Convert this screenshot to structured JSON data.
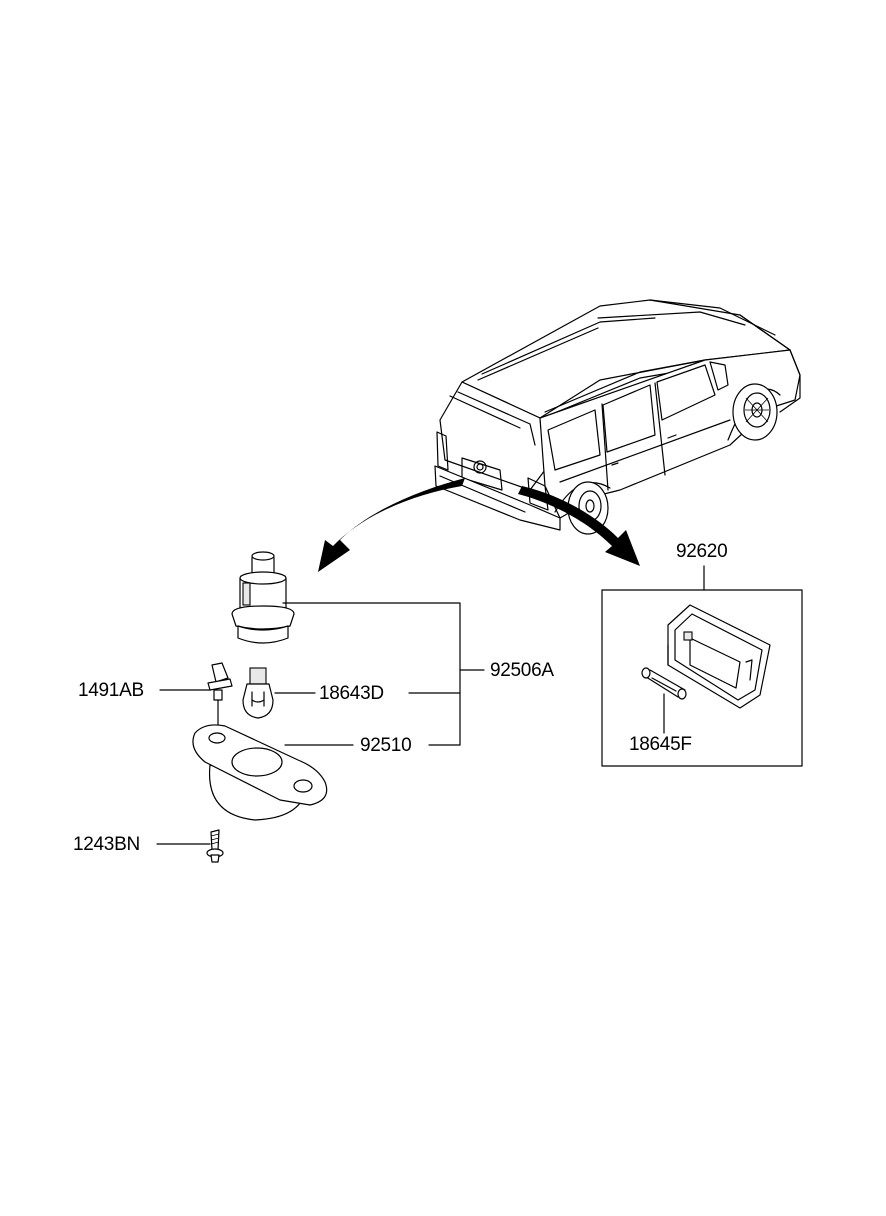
{
  "parts": {
    "p92506a": "92506A",
    "p18643d": "18643D",
    "p1491ab": "1491AB",
    "p92510": "92510",
    "p1243bn": "1243BN",
    "p92620": "92620",
    "p18645f": "18645F"
  },
  "icons": [
    "vehicle-illustration",
    "arrow-left-icon",
    "arrow-right-icon",
    "bulb-socket-icon",
    "bulb-icon",
    "clip-icon",
    "lamp-housing-icon",
    "screw-icon",
    "lamp-lens-icon",
    "festoon-bulb-icon"
  ]
}
